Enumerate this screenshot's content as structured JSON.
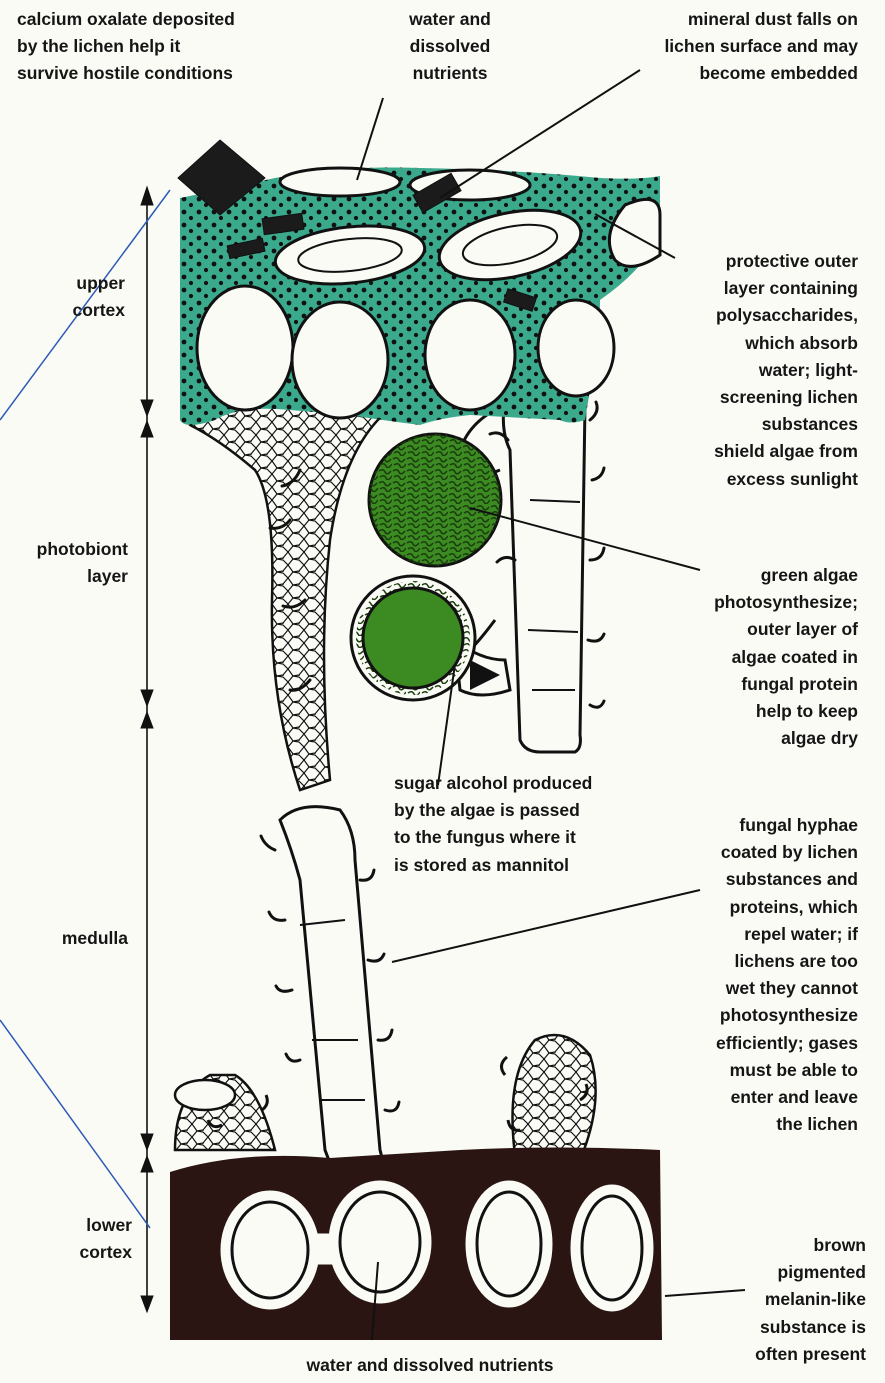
{
  "labels": {
    "calcium_oxalate": "calcium oxalate deposited\nby the lichen help it\nsurvive hostile conditions",
    "water_dissolved_top": "water and\ndissolved\nnutrients",
    "mineral_dust": "mineral dust falls on\nlichen surface and may\nbecome embedded",
    "protective_layer": "protective outer\nlayer containing\npolysaccharides,\nwhich absorb\nwater; light-\nscreening lichen\nsubstances\nshield algae from\nexcess sunlight",
    "green_algae": "green algae\nphotosynthesize;\nouter layer of\nalgae coated in\nfungal protein\nhelp to keep\nalgae dry",
    "sugar_alcohol": "sugar alcohol produced\nby the algae is passed\nto the fungus where it\nis stored as mannitol",
    "fungal_hyphae": "fungal hyphae\ncoated by lichen\nsubstances and\nproteins, which\nrepel water; if\nlichens are too\nwet they cannot\nphotosynthesize\nefficiently; gases\nmust be able to\nenter and leave\nthe lichen",
    "brown_pigment": "brown\npigmented\nmelanin-like\nsubstance is\noften present",
    "water_dissolved_bottom": "water and dissolved nutrients"
  },
  "layers": {
    "upper_cortex": "upper\ncortex",
    "photobiont": "photobiont\nlayer",
    "medulla": "medulla",
    "lower_cortex": "lower\ncortex"
  },
  "colors": {
    "cortex_teal": "#3aa98c",
    "algae_green": "#3b8a22",
    "algae_dark": "#2b6d14",
    "lower_cortex": "#2a1512",
    "ink": "#111111",
    "annotation_blue": "#2d5bb5"
  }
}
